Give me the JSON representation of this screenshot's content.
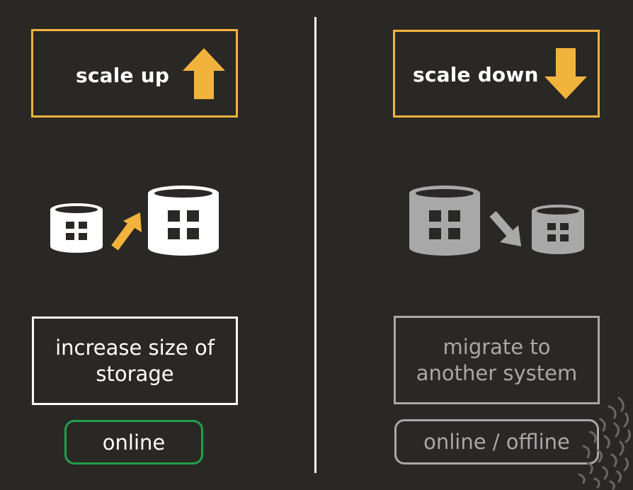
{
  "colors": {
    "background": "#2a2825",
    "accent": "#f2b33d",
    "primary": "#ffffff",
    "muted": "#a8a8a8",
    "online_green": "#1fa04a"
  },
  "left_panel": {
    "heading": "scale up",
    "heading_icon": "arrow-up-icon",
    "illustration": "small-database-grows-to-large-database",
    "description": "increase size of\nstorage",
    "status": "online"
  },
  "right_panel": {
    "heading": "scale down",
    "heading_icon": "arrow-down-icon",
    "illustration": "large-database-shrinks-to-small-database",
    "description": "migrate to\nanother system",
    "status": "online / offline"
  }
}
